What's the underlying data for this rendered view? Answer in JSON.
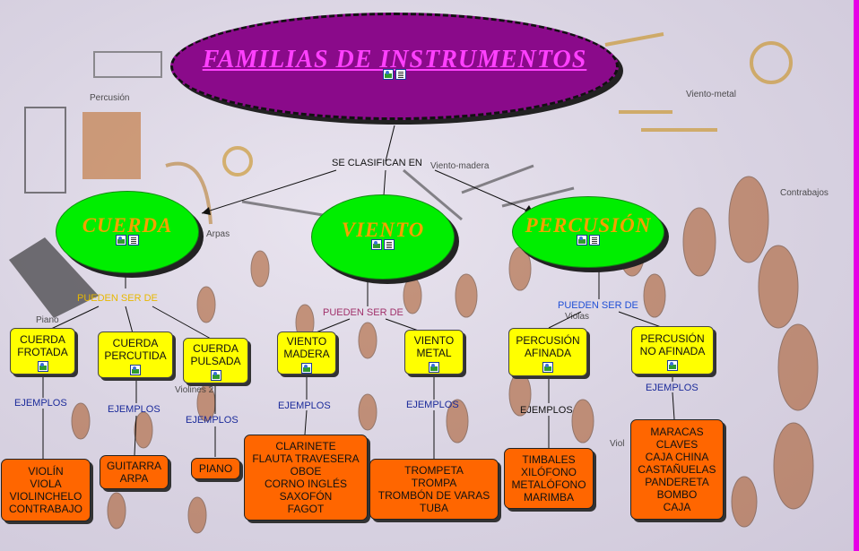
{
  "title": "FAMILIAS DE INSTRUMENTOS",
  "links": {
    "se_clasifican_en": "SE CLASIFICAN EN",
    "pueden_ser_de_cuerda": "PUEDEN  SER DE",
    "pueden_ser_de_viento": "PUEDEN SER DE",
    "pueden_ser_de_percusion": "PUEDEN SER DE",
    "ejemplos": "EJEMPLOS"
  },
  "families": {
    "cuerda": "CUERDA",
    "viento": "VIENTO",
    "percusion": "PERCUSIÓN"
  },
  "subtypes": {
    "cuerda_frotada": "CUERDA FROTADA",
    "cuerda_percutida": "CUERDA PERCUTIDA",
    "cuerda_pulsada": "CUERDA PULSADA",
    "viento_madera": "VIENTO MADERA",
    "viento_metal": "VIENTO METAL",
    "percusion_afinada": "PERCUSIÓN AFINADA",
    "percusion_no_afinada": "PERCUSIÓN NO AFINADA"
  },
  "examples": {
    "cuerda_frotada": [
      "VIOLÍN",
      "VIOLA",
      "VIOLINCHELO",
      "CONTRABAJO"
    ],
    "cuerda_percutida": [
      "GUITARRA",
      "ARPA"
    ],
    "cuerda_pulsada": [
      "PIANO"
    ],
    "viento_madera": [
      "CLARINETE",
      "FLAUTA TRAVESERA",
      "OBOE",
      "CORNO INGLÉS",
      "SAXOFÓN",
      "FAGOT"
    ],
    "viento_metal": [
      "TROMPETA",
      "TROMPA",
      "TROMBÓN DE VARAS",
      "TUBA"
    ],
    "percusion_afinada": [
      "TIMBALES",
      "XILÓFONO",
      "METALÓFONO",
      "MARIMBA"
    ],
    "percusion_no_afinada": [
      "MARACAS",
      "CLAVES",
      "CAJA CHINA",
      "CASTAÑUELAS",
      "PANDERETA",
      "BOMBO",
      "CAJA"
    ]
  },
  "background_labels": {
    "percusion": "Percusión",
    "viento_metal": "Viento-metal",
    "viento_madera": "Viento-madera",
    "contrabajos": "Contrabajos",
    "arpas": "Arpas",
    "piano": "Piano",
    "violas": "Violas",
    "violines_2": "Violines 2",
    "violonchelos": "Viol"
  },
  "colors": {
    "title_fill": "#8a0a8a",
    "title_text": "#ff40ff",
    "family_fill": "#00ee00",
    "family_text": "#f3a200",
    "subtype_fill": "#ffff00",
    "example_fill": "#ff6600",
    "link_cuerda": "#e8b800",
    "link_viento": "#a0306a",
    "link_percusion": "#1f4fd6",
    "link_ejemplos": "#1a2a9a"
  }
}
